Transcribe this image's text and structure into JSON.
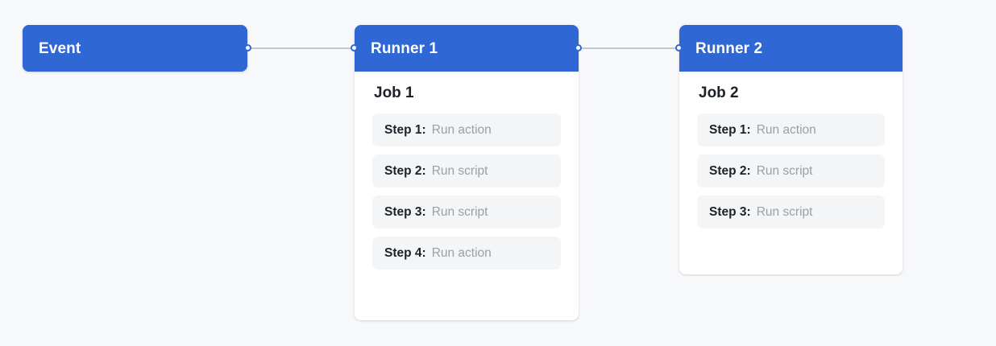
{
  "theme": {
    "accent": "#2f68d4",
    "page_background": "#f7f8fa",
    "card_background": "#ffffff",
    "chip_background": "#f4f5f7",
    "edge_color": "#c3c7ce",
    "title_color": "#ffffff",
    "heading_color": "#1d2129",
    "muted_text_color": "#9aa0a8"
  },
  "nodes": {
    "event": {
      "title": "Event"
    },
    "runner1": {
      "title": "Runner 1",
      "job_title": "Job 1",
      "steps": [
        {
          "label": "Step 1:",
          "value": "Run action"
        },
        {
          "label": "Step 2:",
          "value": "Run script"
        },
        {
          "label": "Step 3:",
          "value": "Run script"
        },
        {
          "label": "Step 4:",
          "value": "Run action"
        }
      ]
    },
    "runner2": {
      "title": "Runner 2",
      "job_title": "Job 2",
      "steps": [
        {
          "label": "Step 1:",
          "value": "Run action"
        },
        {
          "label": "Step 2:",
          "value": "Run script"
        },
        {
          "label": "Step 3:",
          "value": "Run script"
        }
      ]
    }
  },
  "edges": [
    {
      "from": "event",
      "to": "runner1"
    },
    {
      "from": "runner1",
      "to": "runner2"
    }
  ]
}
